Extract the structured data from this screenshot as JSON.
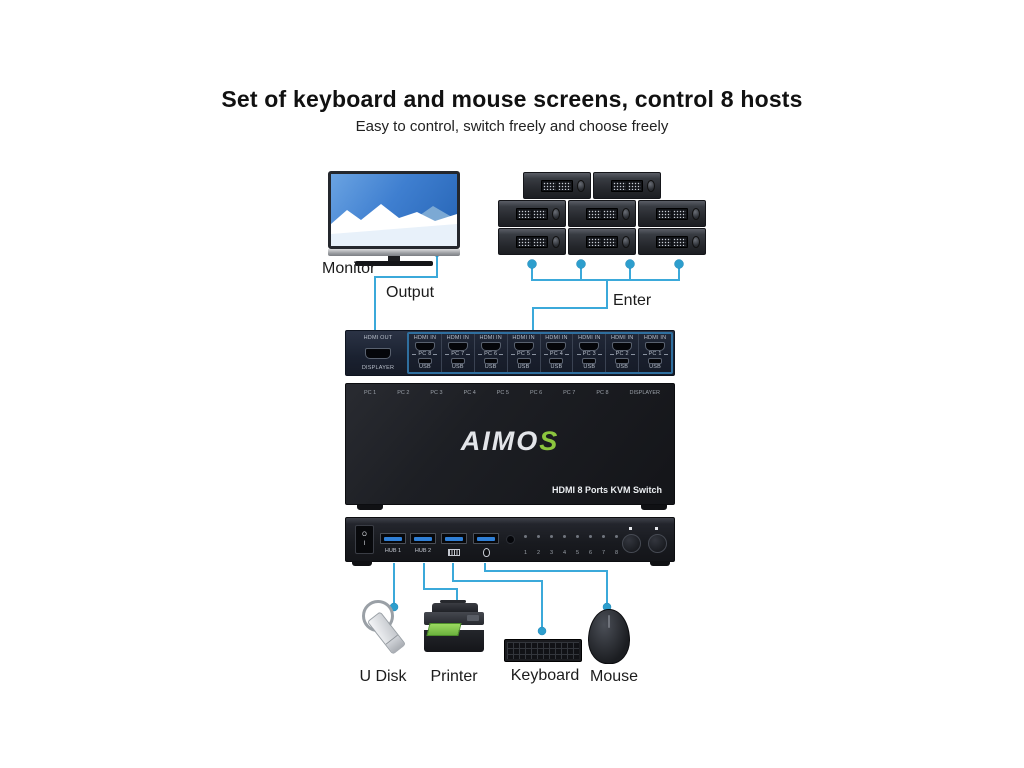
{
  "header": {
    "title": "Set of keyboard and mouse screens, control 8 hosts",
    "subtitle": "Easy to control, switch freely and choose freely"
  },
  "connections": {
    "output_label": "Output",
    "enter_label": "Enter"
  },
  "devices": {
    "monitor_label": "Monitor",
    "u_disk_label": "U Disk",
    "printer_label": "Printer",
    "keyboard_label": "Keyboard",
    "mouse_label": "Mouse"
  },
  "kvm_back": {
    "hdmi_out_label": "HDMI OUT",
    "displayer_label": "DISPLAYER",
    "ports": [
      {
        "hdmi": "HDMI IN",
        "pc": "PC 8",
        "usb": "USB"
      },
      {
        "hdmi": "HDMI IN",
        "pc": "PC 7",
        "usb": "USB"
      },
      {
        "hdmi": "HDMI IN",
        "pc": "PC 6",
        "usb": "USB"
      },
      {
        "hdmi": "HDMI IN",
        "pc": "PC 5",
        "usb": "USB"
      },
      {
        "hdmi": "HDMI IN",
        "pc": "PC 4",
        "usb": "USB"
      },
      {
        "hdmi": "HDMI IN",
        "pc": "PC 3",
        "usb": "USB"
      },
      {
        "hdmi": "HDMI IN",
        "pc": "PC 2",
        "usb": "USB"
      },
      {
        "hdmi": "HDMI IN",
        "pc": "PC 1",
        "usb": "USB"
      }
    ]
  },
  "kvm_front": {
    "top_labels": [
      "PC 1",
      "PC 2",
      "PC 3",
      "PC 4",
      "PC 5",
      "PC 6",
      "PC 7",
      "PC 8",
      "DISPLAYER"
    ],
    "brand_main": "AIMO",
    "brand_accent": "S",
    "model": "HDMI 8 Ports KVM Switch"
  },
  "kvm_panel": {
    "power_top": "O",
    "power_bottom": "I",
    "hub1_label": "HUB 1",
    "hub2_label": "HUB 2",
    "keyboard_port_icon": "keyboard-icon",
    "mouse_port_icon": "mouse-icon",
    "leds": [
      "1",
      "2",
      "3",
      "4",
      "5",
      "6",
      "7",
      "8"
    ]
  },
  "colors": {
    "wire_cyan": "#3BA9DA",
    "dot_cyan": "#2D9ECD",
    "brand_green": "#8CC63E",
    "usb_blue": "#2F7FD6"
  }
}
